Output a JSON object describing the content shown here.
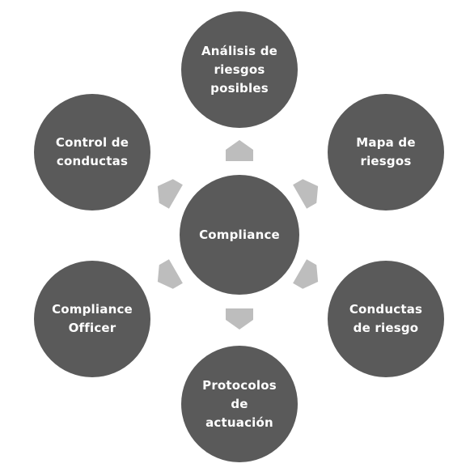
{
  "diagram": {
    "center": {
      "label": "Compliance"
    },
    "nodes": [
      {
        "id": "analisis",
        "label": "Análisis de\nriesgos\nposibles"
      },
      {
        "id": "mapa",
        "label": "Mapa de\nriesgos"
      },
      {
        "id": "conductas",
        "label": "Conductas\nde riesgo"
      },
      {
        "id": "protocolos",
        "label": "Protocolos\nde\nactuación"
      },
      {
        "id": "officer",
        "label": "Compliance\nOfficer"
      },
      {
        "id": "control",
        "label": "Control de\nconductas"
      }
    ],
    "colors": {
      "circle": "#5a5a5a",
      "arrow": "#bdbdbd",
      "text": "#ffffff"
    }
  }
}
